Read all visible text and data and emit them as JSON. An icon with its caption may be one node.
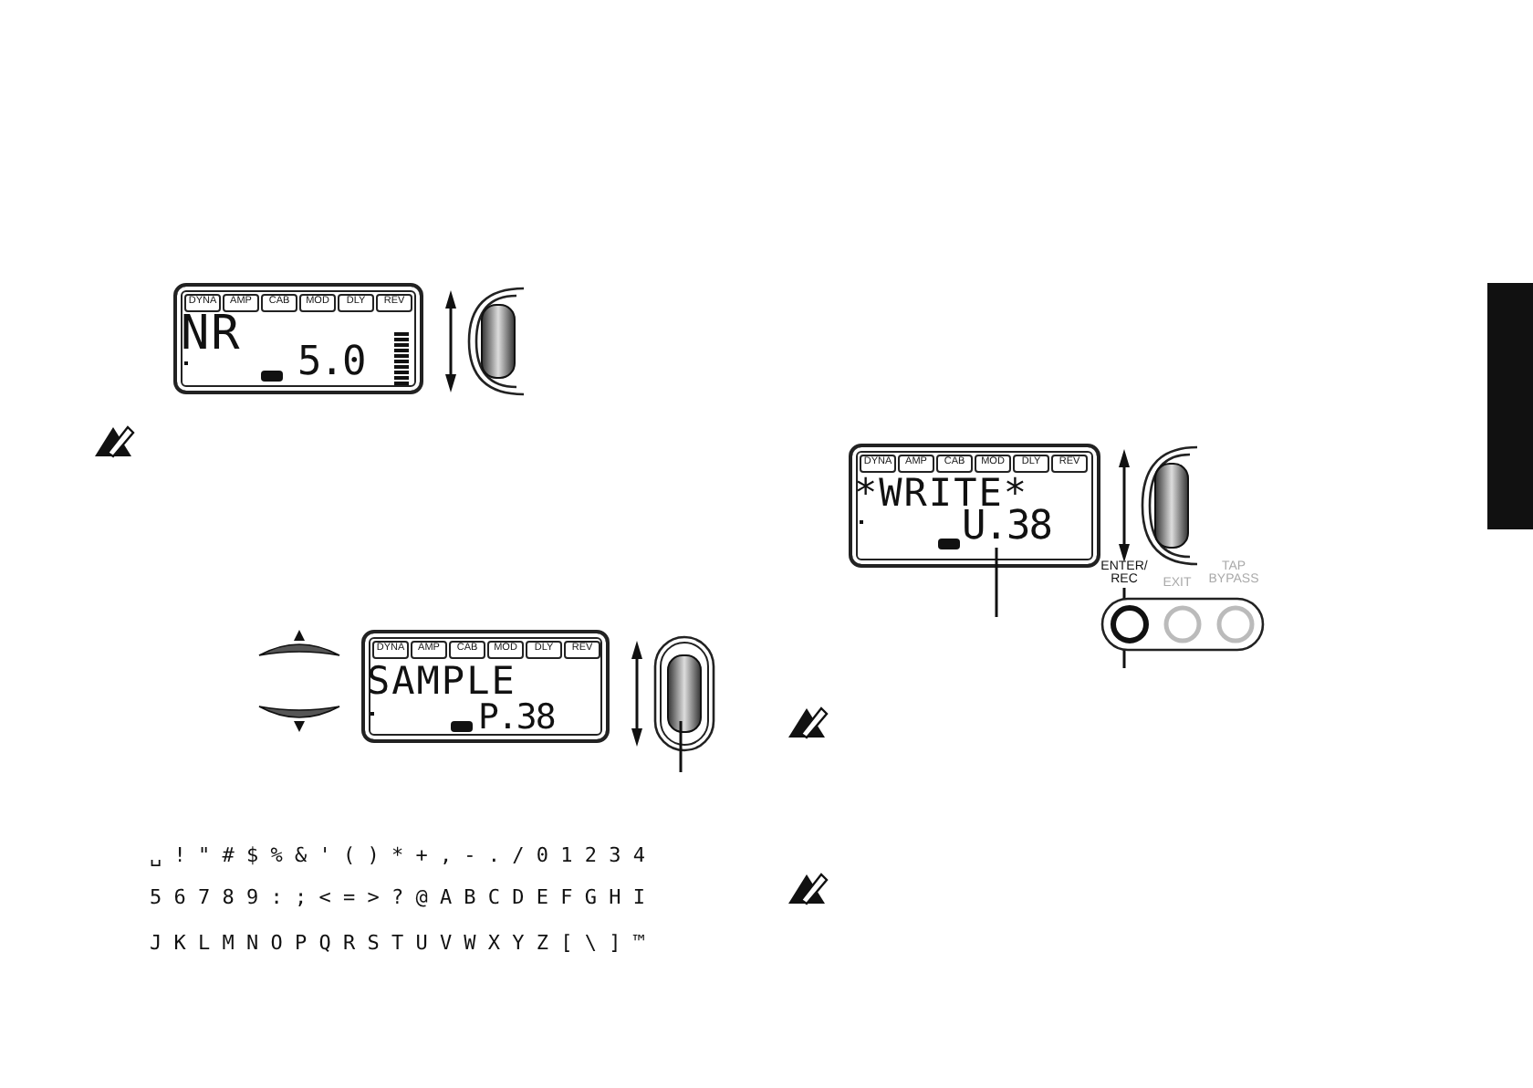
{
  "diagram": {
    "nodes": [
      {
        "text": [
          "U.38"
        ]
      },
      {
        "text": [],
        "shape": "box"
      },
      {
        "text": [
          "ENTER/ REC"
        ]
      }
    ],
    "edges": [
      {
        "from": null,
        "to": 0,
        "arrow": "none"
      },
      {
        "from": null,
        "to": 2,
        "arrow": "none"
      }
    ],
    "labels": [
      "DYNA",
      "AMP",
      "CAB",
      "MOD",
      "DLY",
      "REV",
      "NR",
      "5.0",
      "DYNA",
      "AMP",
      "CAB",
      "MOD",
      "DLY",
      "REV",
      "SAMPLE",
      "P.38",
      "DYNA",
      "AMP",
      "CAB",
      "MOD",
      "DLY",
      "REV",
      "*WRITE*",
      "EXIT",
      "TAP BYPASS",
      "␣ ! \" # $ % & ' ( ) * + , - . / 0 1 2 3 4",
      "5 6 7 8 9 : ; < = > ? @ A B C D E F G H I",
      "J K L M N O P Q R S T U V W X Y Z [ \\ ] ™"
    ]
  }
}
